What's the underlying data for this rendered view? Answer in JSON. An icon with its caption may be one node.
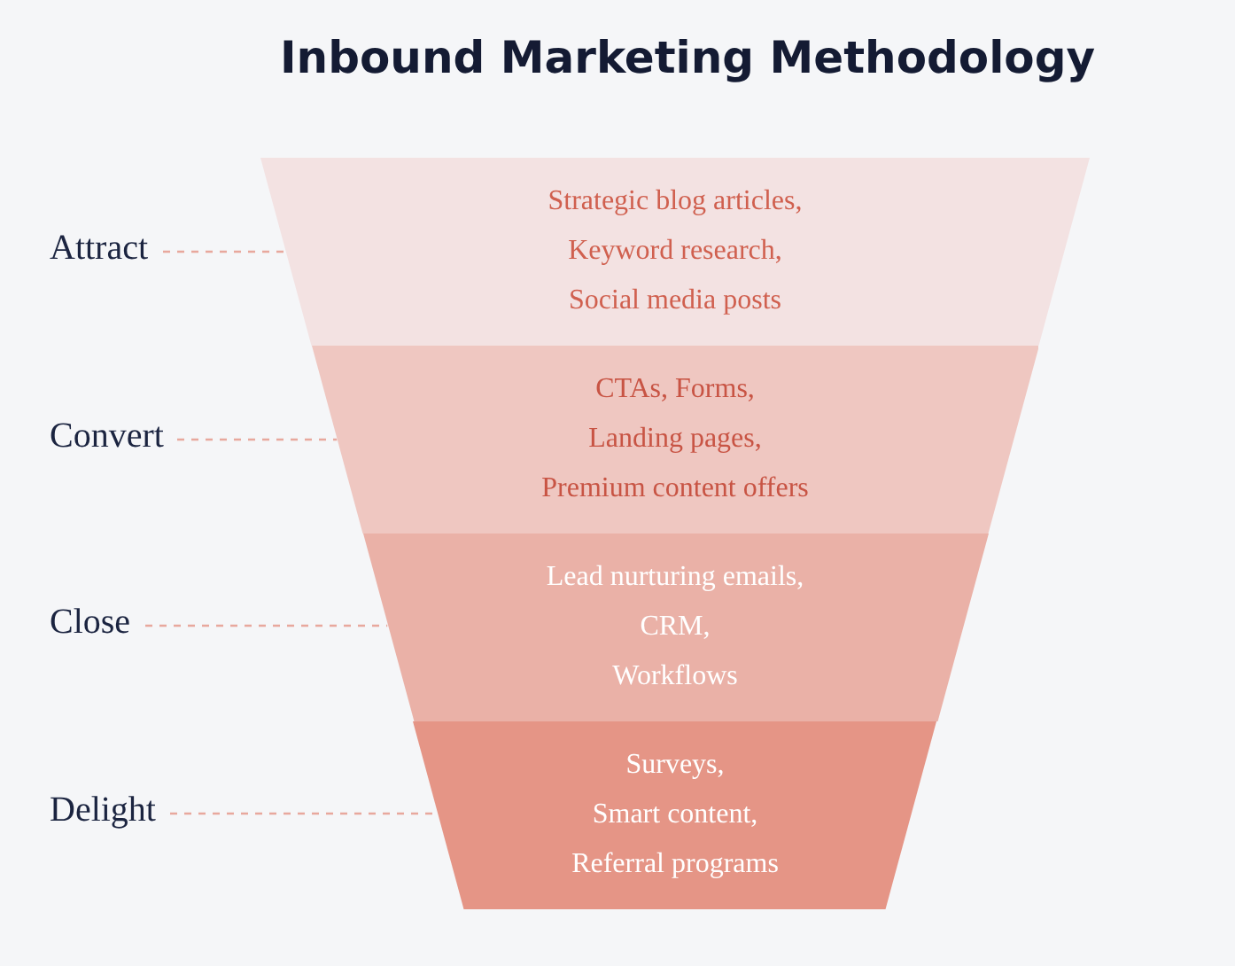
{
  "diagram": {
    "title": "Inbound Marketing Methodology",
    "nodes": [
      {
        "text": [
          "Strategic blog articles,",
          "Keyword research,",
          "Social media posts"
        ]
      },
      {
        "text": [
          "CTAs, Forms,",
          "Landing pages,",
          "Premium content offers"
        ]
      },
      {
        "text": [
          "Lead nurturing emails,",
          "CRM,",
          "Workflows"
        ]
      },
      {
        "text": [
          "Surveys,",
          "Smart content,",
          "Referral programs"
        ]
      },
      {
        "text": [
          "Attract"
        ]
      },
      {
        "text": [
          "Convert"
        ]
      },
      {
        "text": [
          "Close"
        ]
      },
      {
        "text": [
          "Delight"
        ]
      }
    ],
    "edges": [
      {
        "from": 4,
        "to": 0,
        "arrow": "none",
        "style": "dashed",
        "color": "#e8a89d"
      },
      {
        "from": 5,
        "to": 1,
        "arrow": "none",
        "style": "dashed",
        "color": "#e8a89d"
      },
      {
        "from": 6,
        "to": 2,
        "arrow": "none",
        "style": "dashed",
        "color": "#e8a89d"
      },
      {
        "from": 7,
        "to": 3,
        "arrow": "none",
        "style": "dashed",
        "color": "#e8a89d"
      }
    ]
  }
}
